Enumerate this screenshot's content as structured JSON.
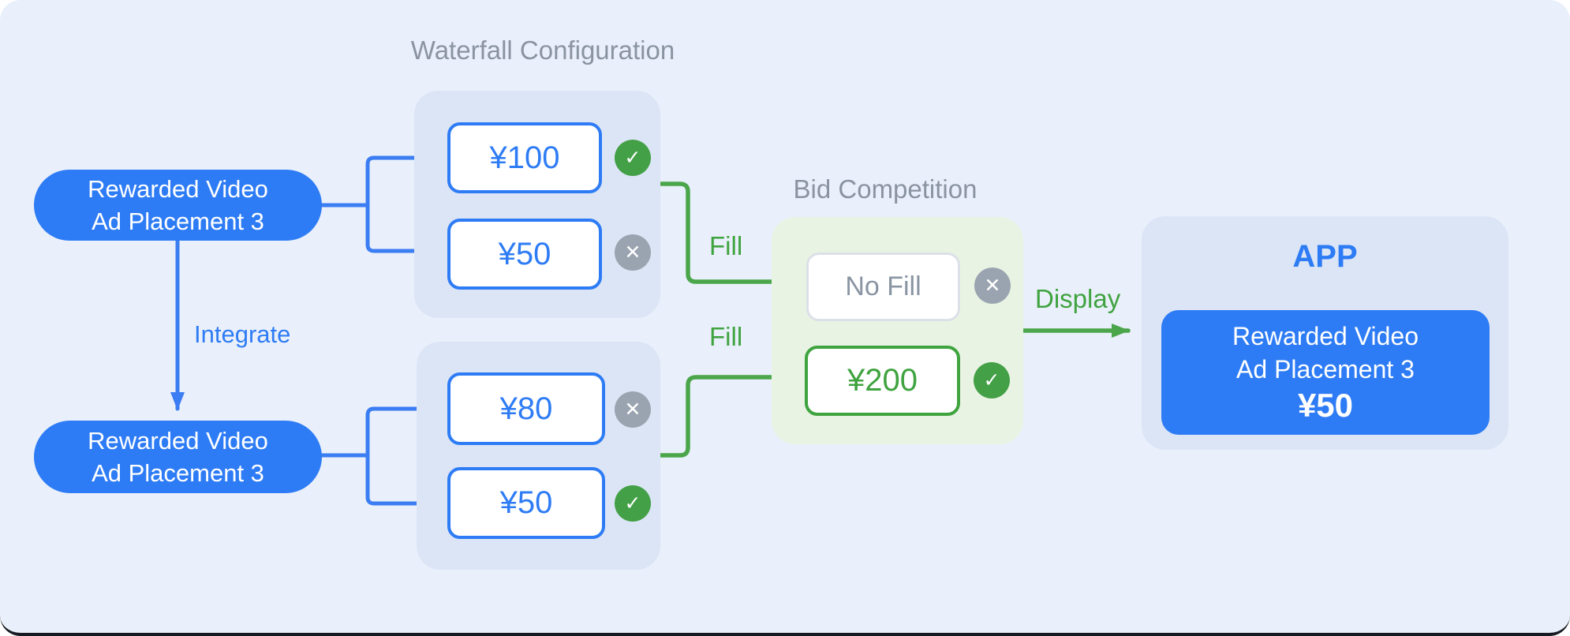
{
  "colors": {
    "accent_blue": "#2E7CF5",
    "status_green": "#43A047",
    "status_gray": "#9AA4B0",
    "canvas_bg": "#EAF0FB",
    "waterfall_group_bg": "#DBE5F6",
    "bid_group_bg": "#E9F3E3"
  },
  "source_top": {
    "line1": "Rewarded Video",
    "line2": "Ad Placement 3"
  },
  "source_bottom": {
    "line1": "Rewarded Video",
    "line2": "Ad Placement 3"
  },
  "edges": {
    "integrate": "Integrate",
    "fill_top": "Fill",
    "fill_bottom": "Fill",
    "display": "Display"
  },
  "waterfall": {
    "title": "Waterfall Configuration",
    "top_tiers": [
      {
        "price": "¥100",
        "status": "fill"
      },
      {
        "price": "¥50",
        "status": "no-fill"
      }
    ],
    "bottom_tiers": [
      {
        "price": "¥80",
        "status": "no-fill"
      },
      {
        "price": "¥50",
        "status": "fill"
      }
    ]
  },
  "bid": {
    "title": "Bid Competition",
    "items": [
      {
        "label": "No Fill",
        "status": "no-fill"
      },
      {
        "label": "¥200",
        "status": "fill"
      }
    ]
  },
  "app": {
    "title": "APP",
    "card": {
      "line1": "Rewarded Video",
      "line2": "Ad Placement 3",
      "price": "¥50"
    }
  },
  "icons": {
    "check": "✓",
    "cross": "✕"
  }
}
